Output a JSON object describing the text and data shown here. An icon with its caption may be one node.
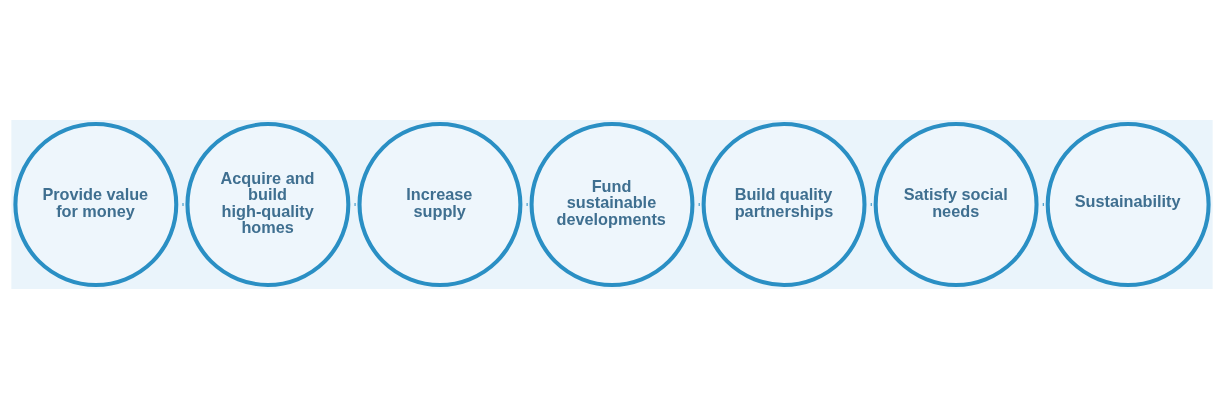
{
  "diagram": {
    "nodes": [
      {
        "text": [
          "Provide value for money"
        ]
      },
      {
        "text": [
          "Acquire and build high-quality homes"
        ]
      },
      {
        "text": [
          "Increase supply"
        ]
      },
      {
        "text": [
          "Fund sustainable developments"
        ]
      },
      {
        "text": [
          "Build quality partnerships"
        ]
      },
      {
        "text": [
          "Satisfy social needs"
        ]
      },
      {
        "text": [
          "Sustainability"
        ]
      }
    ],
    "edges": [
      {
        "from": 0,
        "to": 1,
        "arrow": "none",
        "style": "dashed"
      },
      {
        "from": 1,
        "to": 2,
        "arrow": "none",
        "style": "dashed"
      },
      {
        "from": 2,
        "to": 3,
        "arrow": "none",
        "style": "dashed"
      },
      {
        "from": 3,
        "to": 4,
        "arrow": "none",
        "style": "dashed"
      },
      {
        "from": 4,
        "to": 5,
        "arrow": "none",
        "style": "dashed"
      },
      {
        "from": 5,
        "to": 6,
        "arrow": "none",
        "style": "dashed"
      }
    ]
  }
}
